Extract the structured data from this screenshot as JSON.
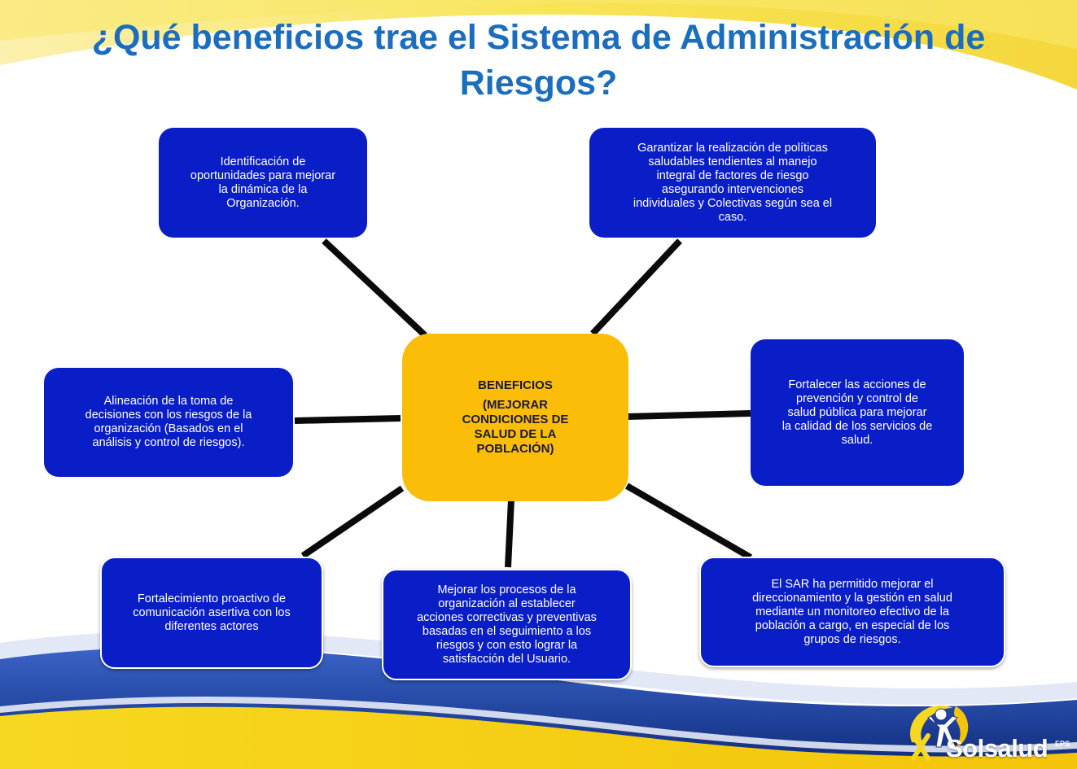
{
  "title": "¿Qué beneficios trae el Sistema de Administración de Riesgos?",
  "center": {
    "line1": "BENEFICIOS",
    "line2": "(MEJORAR\nCONDICIONES DE\nSALUD DE LA\nPOBLACIÓN)"
  },
  "boxes": {
    "top_left": "Identificación de\noportunidades para mejorar\nla dinámica de la\nOrganización.",
    "top_right": "Garantizar la realización de políticas\nsaludables tendientes al manejo\nintegral de factores de riesgo\nasegurando intervenciones\nindividuales y Colectivas según sea el\ncaso.",
    "right": "Fortalecer las acciones de\nprevención y control de\nsalud pública para mejorar\nla calidad de los servicios de\nsalud.",
    "bottom_right": "El SAR ha permitido mejorar el\ndireccionamiento y la gestión en salud\nmediante un monitoreo efectivo de la\npoblación a cargo, en especial de los\ngrupos de riesgos.",
    "bottom": "Mejorar los procesos de la\norganización al establecer\nacciones correctivas y preventivas\nbasadas en el seguimiento a los\nriesgos y con esto lograr la\nsatisfacción del Usuario.",
    "bottom_left": "Fortalecimiento proactivo de\ncomunicación asertiva con los\ndiferentes actores",
    "left": "Alineación de la toma de\ndecisiones con los riesgos de la\norganización (Basados en el\nanálisis y control de riesgos)."
  },
  "logo": {
    "name": "Solsalud",
    "suffix": "EPS",
    "icon": "person-swoosh-icon"
  },
  "colors": {
    "title": "#1a6ebd",
    "box_blue": "#0a1ec8",
    "center_yellow": "#fbbd07",
    "connector": "#0a0a0a",
    "banner_yellow": "#f7e03a",
    "banner_blue": "#12307e"
  }
}
